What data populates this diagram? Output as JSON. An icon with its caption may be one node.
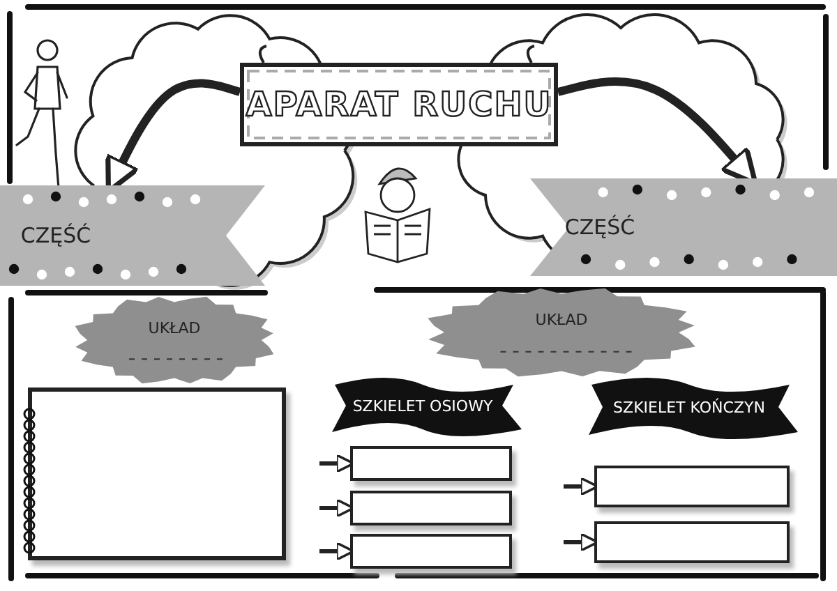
{
  "diagram": {
    "nodes": [
      {
        "text": [
          "APARAT RUCHU"
        ]
      },
      {
        "text": [
          "CZĘŚĆ"
        ]
      },
      {
        "text": [
          "CZĘŚĆ"
        ]
      },
      {
        "text": [
          "UKŁAD"
        ]
      },
      {
        "text": [],
        "shape": "box"
      },
      {
        "text": [
          "UKŁAD"
        ]
      },
      {
        "text": [
          "SZKIELET OSIOWY"
        ]
      },
      {
        "text": [
          "SZKIELET KOŃCZYN"
        ]
      },
      {
        "text": [],
        "shape": "box"
      },
      {
        "text": [],
        "shape": "box"
      },
      {
        "text": [],
        "shape": "box"
      },
      {
        "text": [],
        "shape": "box"
      },
      {
        "text": [],
        "shape": "box"
      }
    ],
    "edges": [
      {
        "from": 0,
        "to": 1,
        "arrow": "to",
        "style": "thick"
      },
      {
        "from": 0,
        "to": 2,
        "arrow": "to",
        "style": "thick"
      },
      {
        "from": null,
        "to": 8,
        "arrow": "to"
      },
      {
        "from": null,
        "to": 9,
        "arrow": "to"
      },
      {
        "from": null,
        "to": 10,
        "arrow": "to"
      },
      {
        "from": null,
        "to": 11,
        "arrow": "to"
      },
      {
        "from": null,
        "to": 12,
        "arrow": "to"
      }
    ]
  }
}
